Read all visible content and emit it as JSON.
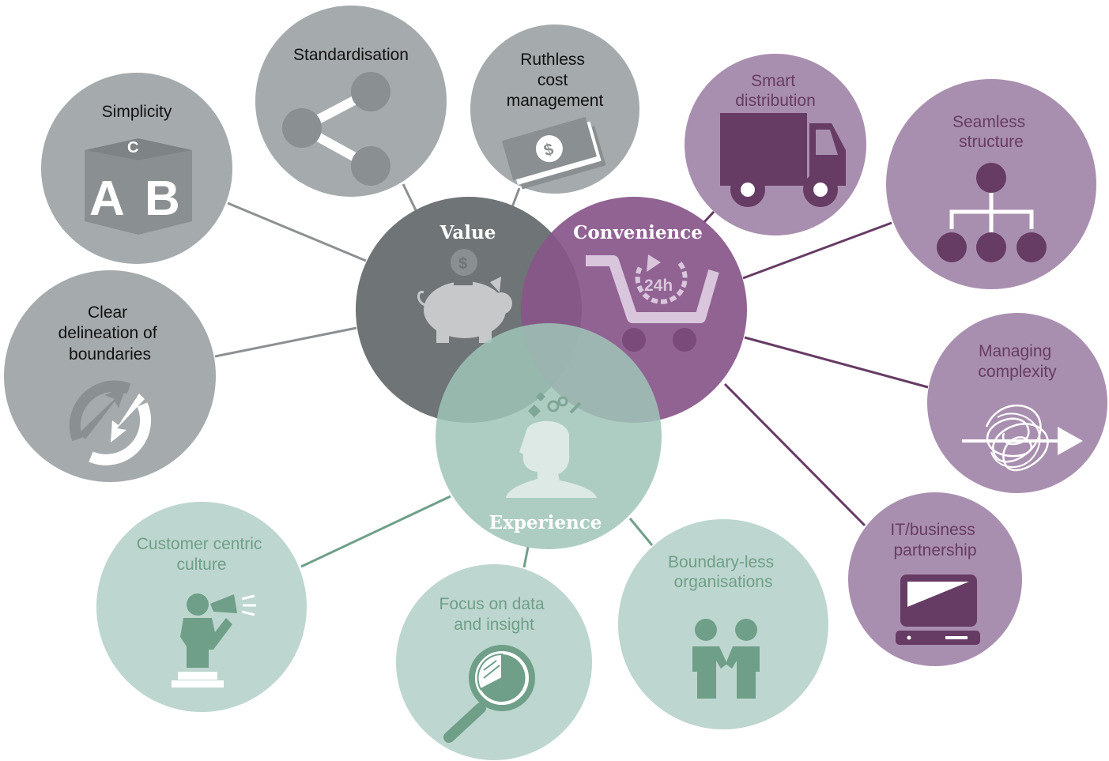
{
  "colors": {
    "grey_bubble": "#a5aaac",
    "grey_hub": "#6f7476",
    "grey_icon": "#8a8f91",
    "purple_bubble": "#a98faf",
    "purple_hub": "#88568a",
    "purple_icon": "#663b64",
    "green_bubble": "#bdd6cf",
    "green_hub": "#9fc4b7",
    "green_icon": "#6f9f88",
    "green_text": "#6f9f88"
  },
  "hubs": {
    "value": "Value",
    "convenience": "Convenience",
    "experience": "Experience"
  },
  "nodes": {
    "simplicity": {
      "lines": [
        "Simplicity"
      ],
      "icon": "abc-block-icon"
    },
    "standardisation": {
      "lines": [
        "Standardisation"
      ],
      "icon": "share-icon"
    },
    "ruthless": {
      "lines": [
        "Ruthless",
        "cost",
        "management"
      ],
      "icon": "cash-icon"
    },
    "clear": {
      "lines": [
        "Clear",
        "delineation of",
        "boundaries"
      ],
      "icon": "sync-arrows-icon"
    },
    "smart": {
      "lines": [
        "Smart",
        "distribution"
      ],
      "icon": "truck-icon"
    },
    "seamless": {
      "lines": [
        "Seamless",
        "structure"
      ],
      "icon": "org-chart-icon"
    },
    "managing": {
      "lines": [
        "Managing",
        "complexity"
      ],
      "icon": "tangle-arrow-icon"
    },
    "itbusiness": {
      "lines": [
        "IT/business",
        "partnership"
      ],
      "icon": "computer-icon"
    },
    "customer": {
      "lines": [
        "Customer centric",
        "culture"
      ],
      "icon": "megaphone-person-icon"
    },
    "focus": {
      "lines": [
        "Focus on data",
        "and insight"
      ],
      "icon": "magnifier-chart-icon"
    },
    "boundaryless": {
      "lines": [
        "Boundary-less",
        "organisations"
      ],
      "icon": "two-people-icon"
    }
  },
  "hub_icons": {
    "value": "piggy-bank-icon",
    "convenience": "cart-24h-icon",
    "experience": "thinking-head-icon"
  },
  "badges": {
    "coin": "$",
    "cash": "$",
    "hours": "24h",
    "cube_letter_a": "A",
    "cube_letter_b": "B",
    "cube_letter_c": "C"
  }
}
